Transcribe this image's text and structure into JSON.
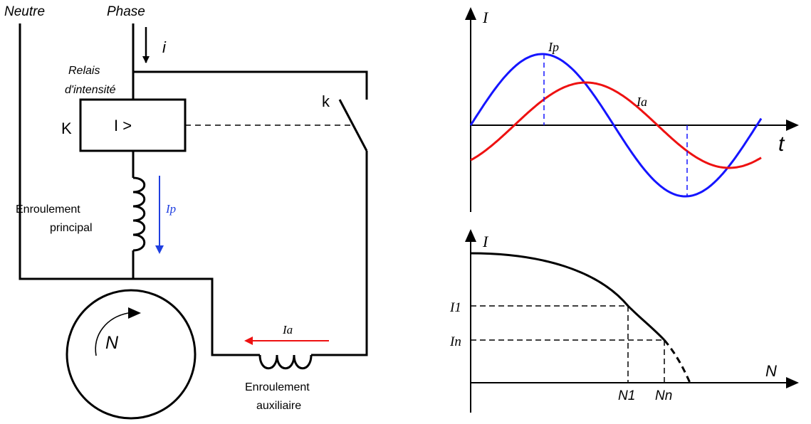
{
  "circuit": {
    "neutre_label": "Neutre",
    "phase_label": "Phase",
    "current_i_label": "i",
    "relay_caption_line1": "Relais",
    "relay_caption_line2": "d'intensité",
    "relay_letter": "K",
    "relay_symbol": "I >",
    "switch_label": "k",
    "main_winding_line1": "Enroulement",
    "main_winding_line2": "principal",
    "ip_label": "Ip",
    "ia_label": "Ia",
    "aux_winding_line1": "Enroulement",
    "aux_winding_line2": "auxiliaire",
    "motor_label": "N",
    "colors": {
      "ip_arrow": "#1f3fe0",
      "ia_arrow": "#ee1111"
    }
  },
  "chart_data": [
    {
      "type": "line",
      "xlabel": "t",
      "ylabel": "I",
      "series": [
        {
          "name": "Ip",
          "color": "#1515ff",
          "shape": "sine",
          "amplitude": 1.0,
          "phase_deg": 0
        },
        {
          "name": "Ia",
          "color": "#ee1111",
          "shape": "sine",
          "amplitude": 0.6,
          "phase_deg": -55
        }
      ],
      "annotations": [
        "Ip",
        "Ia"
      ],
      "grid": false
    },
    {
      "type": "line",
      "xlabel": "N",
      "ylabel": "I",
      "y_ticks": [
        "I1",
        "In"
      ],
      "x_ticks": [
        "N1",
        "Nn"
      ],
      "series": [
        {
          "shape": "decreasing-curve",
          "solid_until": "Nn",
          "dashed_after": "Nn"
        }
      ],
      "grid": false
    }
  ]
}
